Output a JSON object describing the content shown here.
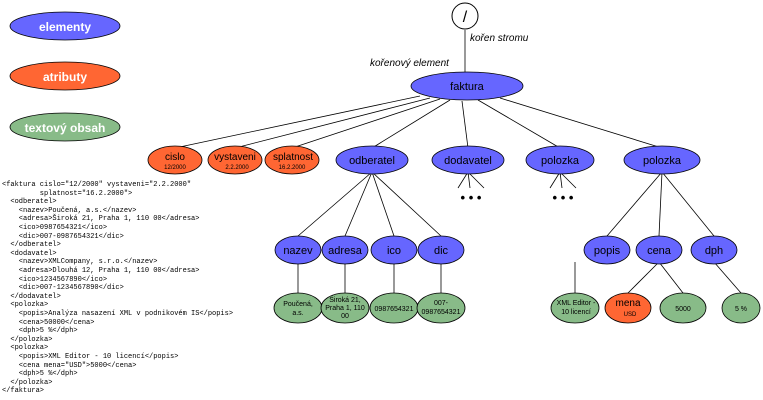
{
  "legend": {
    "elements": "elementy",
    "attributes": "atributy",
    "text": "textový obsah"
  },
  "colors": {
    "element": "#6666ff",
    "attribute": "#ff6633",
    "text": "#88bb88",
    "root": "#ffffff",
    "stroke": "#000000"
  },
  "annotations": {
    "root_label": "kořen stromu",
    "root_element_label": "kořenový element"
  },
  "tree": {
    "root": "/",
    "faktura": "faktura",
    "attributes": [
      {
        "name": "cislo",
        "value": "12/2000"
      },
      {
        "name": "vystaveni",
        "value": "2.2.2000"
      },
      {
        "name": "splatnost",
        "value": "16.2.2000"
      }
    ],
    "odberatel": {
      "label": "odberatel",
      "children": [
        {
          "name": "nazev",
          "text": [
            "Poučená,",
            "a.s."
          ]
        },
        {
          "name": "adresa",
          "text": [
            "Široká 21,",
            "Praha 1, 110",
            "00"
          ]
        },
        {
          "name": "ico",
          "text": [
            "0987654321"
          ]
        },
        {
          "name": "dic",
          "text": [
            "007-",
            "0987654321"
          ]
        }
      ]
    },
    "dodavatel": "dodavatel",
    "polozka1": "polozka",
    "polozka2": {
      "label": "polozka",
      "children": [
        {
          "name": "popis",
          "text": [
            "XML Editor -",
            "10 licencí"
          ]
        },
        {
          "name": "cena",
          "attribute": {
            "name": "mena",
            "value": "USD"
          },
          "text": [
            "5000"
          ]
        },
        {
          "name": "dph",
          "text": [
            "5 %"
          ]
        }
      ]
    },
    "ellipsis": "• • •"
  },
  "xml_lines": [
    "<faktura cislo=\"12/2000\" vystaveni=\"2.2.2000\"",
    "         splatnost=\"16.2.2000\">",
    "  <odberatel>",
    "    <nazev>Poučená, a.s.</nazev>",
    "    <adresa>Široká 21, Praha 1, 110 00</adresa>",
    "    <ico>0987654321</ico>",
    "    <dic>007-0987654321</dic>",
    "  </odberatel>",
    "  <dodavatel>",
    "    <nazev>XMLCompany, s.r.o.</nazev>",
    "    <adresa>Dlouhá 12, Praha 1, 110 00</adresa>",
    "    <ico>1234567890</ico>",
    "    <dic>007-1234567890</dic>",
    "  </dodavatel>",
    "  <polozka>",
    "    <popis>Analýza nasazení XML v podnikovém IS</popis>",
    "    <cena>50000</cena>",
    "    <dph>5 %</dph>",
    "  </polozka>",
    "  <polozka>",
    "    <popis>XML Editor - 10 licencí</popis>",
    "    <cena mena=\"USD\">5000</cena>",
    "    <dph>5 %</dph>",
    "  </polozka>",
    "</faktura>"
  ]
}
